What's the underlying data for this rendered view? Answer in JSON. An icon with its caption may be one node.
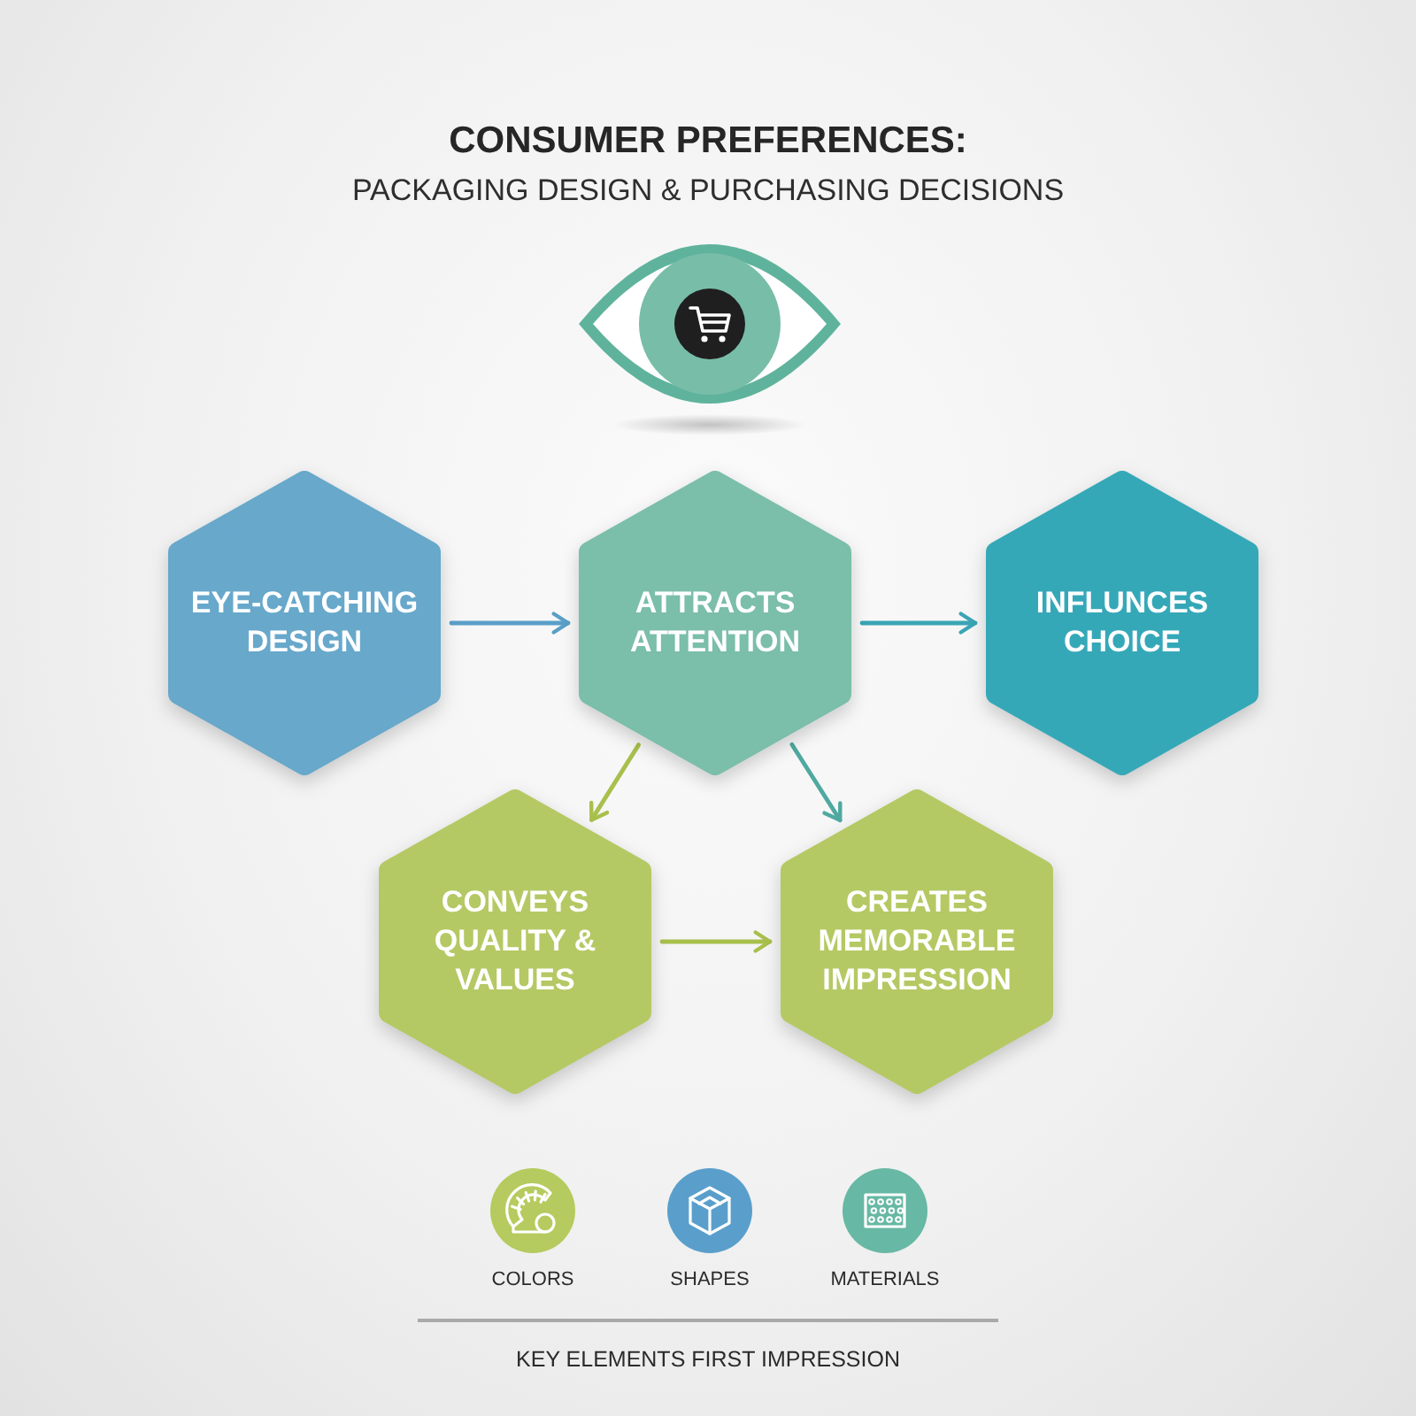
{
  "diagram": {
    "title": "CONSUMER PREFERENCES:",
    "caption": "KEY ELEMENTS FIRST IMPRESSION",
    "nodes": [
      {
        "text": [
          "EYE-CATCHING DESIGN"
        ]
      },
      {
        "text": [
          "ATTRACTS ATTENTION"
        ]
      },
      {
        "text": [
          "INFLUNCES CHOICE"
        ]
      },
      {
        "text": [
          "CONVEYS QUALITY & VALUES"
        ]
      },
      {
        "text": [
          "CREATES MEMORABLE IMPRESSION"
        ]
      }
    ],
    "edges": [
      {
        "from": 0,
        "to": 1,
        "arrow": "to",
        "color": "#5a9fc8"
      },
      {
        "from": 1,
        "to": 2,
        "arrow": "to",
        "color": "#3aa5b5"
      },
      {
        "from": 1,
        "to": 3,
        "arrow": "to",
        "color": "#a8c04c"
      },
      {
        "from": 1,
        "to": 4,
        "arrow": "to",
        "color": "#4fa9a0"
      },
      {
        "from": 3,
        "to": 4,
        "arrow": "to",
        "color": "#a8c04c"
      }
    ],
    "labels": [
      "PACKAGING DESIGN & PURCHASING DECISIONS",
      "COLORS",
      "SHAPES",
      "MATERIALS"
    ]
  }
}
